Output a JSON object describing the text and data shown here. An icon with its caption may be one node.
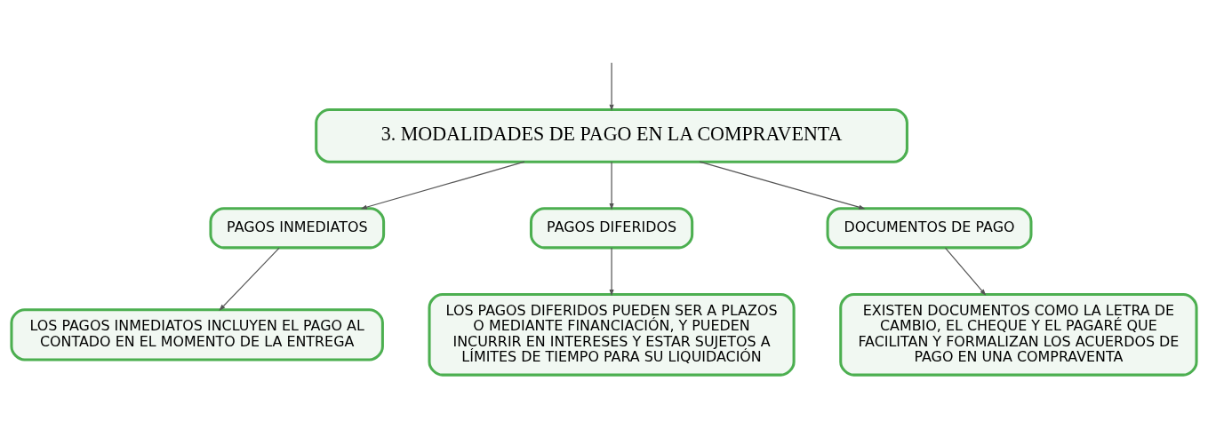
{
  "diagram": {
    "nodes": [
      {
        "text": [
          "3. MODALIDADES DE PAGO EN LA COMPRAVENTA"
        ]
      },
      {
        "text": [
          "PAGOS INMEDIATOS"
        ]
      },
      {
        "text": [
          "PAGOS DIFERIDOS"
        ]
      },
      {
        "text": [
          "DOCUMENTOS DE PAGO"
        ]
      },
      {
        "text": [
          "LOS PAGOS INMEDIATOS INCLUYEN EL PAGO AL CONTADO EN EL MOMENTO DE LA ENTREGA"
        ]
      },
      {
        "text": [
          "LOS PAGOS DIFERIDOS PUEDEN SER A PLAZOS O MEDIANTE FINANCIACIÓN, Y PUEDEN INCURRIR EN INTERESES Y ESTAR SUJETOS A LÍMITES DE TIEMPO PARA SU LIQUIDACIÓN"
        ]
      },
      {
        "text": [
          "EXISTEN DOCUMENTOS COMO LA LETRA DE CAMBIO, EL CHEQUE Y EL PAGARÉ QUE FACILITAN Y FORMALIZAN LOS ACUERDOS DE PAGO EN UNA COMPRAVENTA"
        ]
      }
    ],
    "edges": [
      {
        "from": null,
        "to": 0,
        "arrow": "to"
      },
      {
        "from": 0,
        "to": 1,
        "arrow": "to"
      },
      {
        "from": 0,
        "to": 2,
        "arrow": "to"
      },
      {
        "from": 0,
        "to": 3,
        "arrow": "to"
      },
      {
        "from": 1,
        "to": 4,
        "arrow": "to"
      },
      {
        "from": 2,
        "to": 5,
        "arrow": "to"
      },
      {
        "from": 3,
        "to": 6,
        "arrow": "to"
      }
    ]
  }
}
